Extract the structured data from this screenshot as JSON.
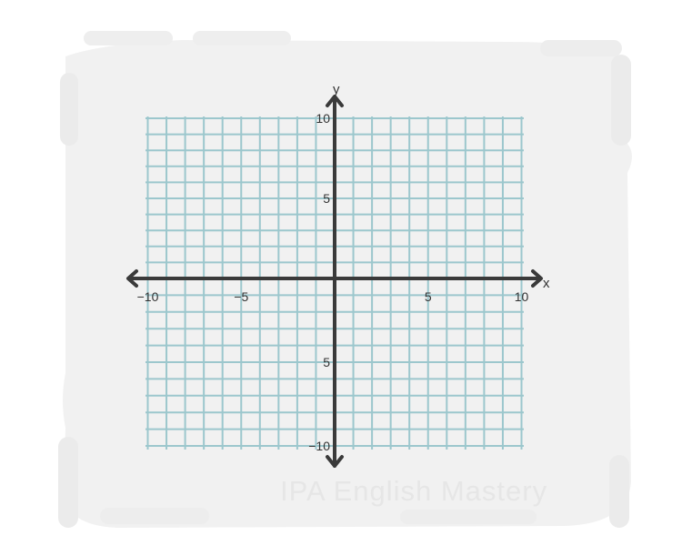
{
  "diagram": {
    "type": "coordinate-plane",
    "x_axis": {
      "label": "x",
      "min": -10,
      "max": 10
    },
    "y_axis": {
      "label": "y",
      "min": -10,
      "max": 10
    },
    "grid_step": 1,
    "x_tick_labels": [
      "−10",
      "−5",
      "5",
      "10"
    ],
    "y_tick_labels": [
      "10",
      "5",
      "5",
      "−10"
    ]
  },
  "watermark": "IPA English Mastery",
  "colors": {
    "background": "#ffffff",
    "frame": "#f1f1f1",
    "grid": "#9cc7cd",
    "axis": "#3a3a3a",
    "watermark": "#e6e6e6"
  }
}
